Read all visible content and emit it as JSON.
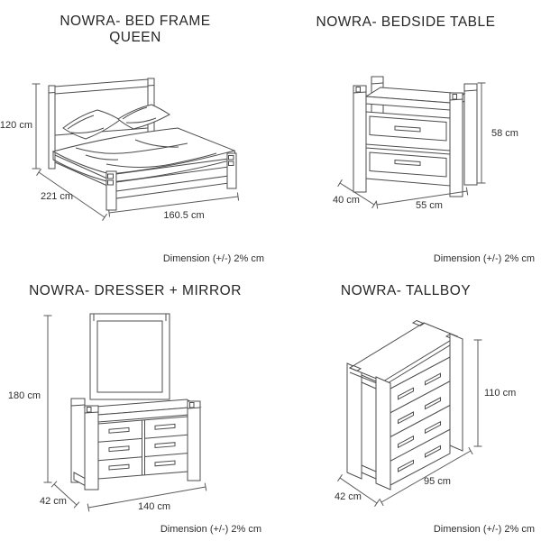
{
  "page": {
    "background": "#ffffff",
    "line_color": "#4d4d4d",
    "text_color": "#2b2b2b"
  },
  "products": [
    {
      "id": "bed-frame",
      "title_line1": "NOWRA- BED FRAME",
      "title_line2": "QUEEN",
      "dims": {
        "height": "120 cm",
        "depth": "221 cm",
        "width": "160.5 cm"
      },
      "tolerance": "Dimension (+/-) 2% cm"
    },
    {
      "id": "bedside-table",
      "title_line1": "NOWRA- BEDSIDE TABLE",
      "dims": {
        "height": "58 cm",
        "depth": "40 cm",
        "width": "55 cm"
      },
      "tolerance": "Dimension (+/-) 2% cm"
    },
    {
      "id": "dresser-mirror",
      "title_line1": "NOWRA- DRESSER + MIRROR",
      "dims": {
        "height": "180 cm",
        "depth": "42 cm",
        "width": "140 cm"
      },
      "tolerance": "Dimension (+/-) 2% cm"
    },
    {
      "id": "tallboy",
      "title_line1": "NOWRA- TALLBOY",
      "dims": {
        "height": "110 cm",
        "depth": "42 cm",
        "width": "95 cm"
      },
      "tolerance": "Dimension (+/-) 2% cm"
    }
  ]
}
